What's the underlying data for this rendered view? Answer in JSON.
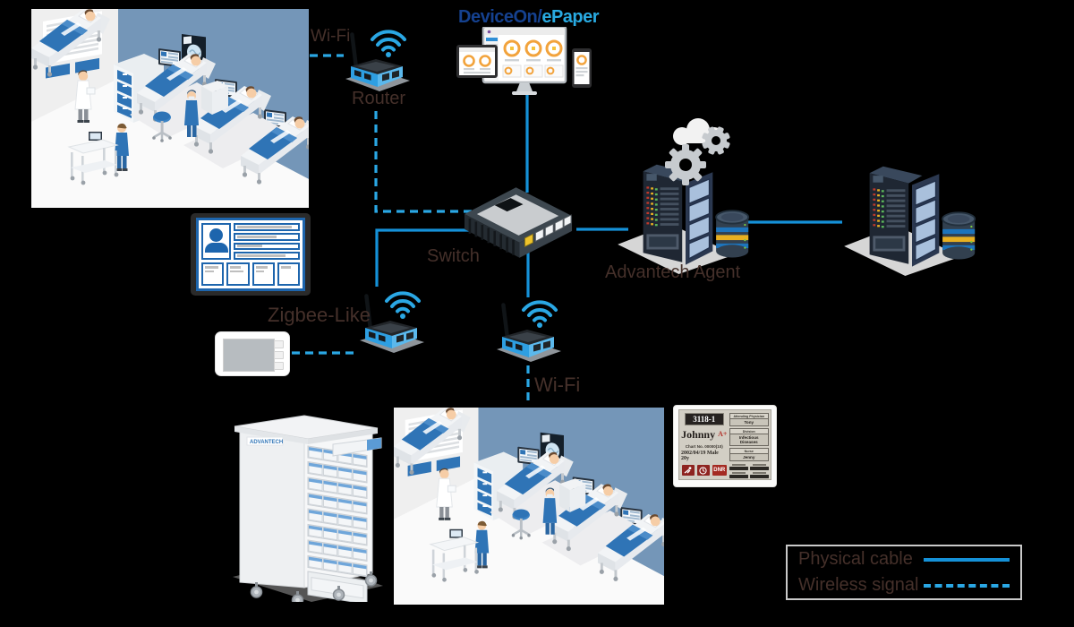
{
  "diagram": {
    "title": {
      "part1": "DeviceOn/",
      "part2": "ePaper"
    },
    "labels": {
      "wifi_top": "Wi-Fi",
      "router": "Router",
      "switch": "Switch",
      "agent": "Advantech Agent",
      "zigbee": "Zigbee-Like",
      "wifi_bottom": "Wi-Fi"
    },
    "legend": {
      "physical": "Physical cable",
      "wireless": "Wireless signal"
    },
    "colors": {
      "physical_cable": "#1591d8",
      "wireless_signal": "#2aa7e4",
      "title_dark_blue": "#15418f",
      "title_light_blue": "#29aae1",
      "label_text": "#45302a"
    }
  },
  "epaper": {
    "room": "3118-1",
    "name": "Johnny",
    "blood": "A+",
    "chart": "Chart No. 00000(10)",
    "birth": "2002/04/19 Male 20y",
    "dnr": "DNR",
    "fields": [
      {
        "label": "Attending Physician",
        "value": "Tony"
      },
      {
        "label": "Division",
        "value": "Infectious Diseases"
      },
      {
        "label": "Nurse",
        "value": "Jenny"
      }
    ]
  },
  "cart": {
    "brand": "ADVANTECH"
  }
}
